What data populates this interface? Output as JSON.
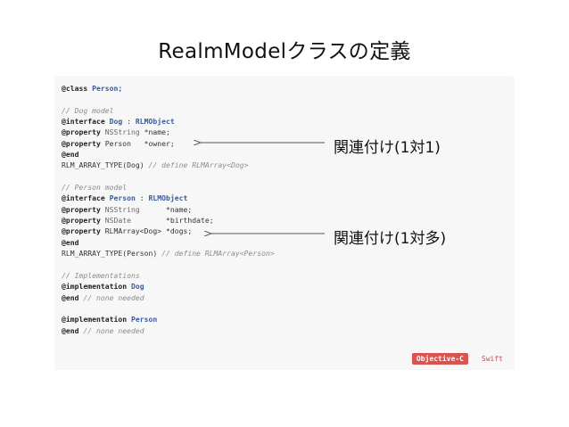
{
  "slide": {
    "title": "RealmModelクラスの定義"
  },
  "code": {
    "lines": [
      [
        {
          "t": "@class",
          "c": "kw"
        },
        {
          "t": " "
        },
        {
          "t": "Person;",
          "c": "cls"
        }
      ],
      [],
      [
        {
          "t": "// Dog model",
          "c": "cm"
        }
      ],
      [
        {
          "t": "@interface",
          "c": "kw"
        },
        {
          "t": " "
        },
        {
          "t": "Dog",
          "c": "cls"
        },
        {
          "t": " : "
        },
        {
          "t": "RLMObject",
          "c": "cls"
        }
      ],
      [
        {
          "t": "@property",
          "c": "kw"
        },
        {
          "t": " "
        },
        {
          "t": "NSString",
          "c": "type"
        },
        {
          "t": " *name;"
        }
      ],
      [
        {
          "t": "@property",
          "c": "kw"
        },
        {
          "t": " Person   *owner;"
        }
      ],
      [
        {
          "t": "@end",
          "c": "kw"
        }
      ],
      [
        {
          "t": "RLM_ARRAY_TYPE(Dog) "
        },
        {
          "t": "// define RLMArray<Dog>",
          "c": "cm"
        }
      ],
      [],
      [
        {
          "t": "// Person model",
          "c": "cm"
        }
      ],
      [
        {
          "t": "@interface",
          "c": "kw"
        },
        {
          "t": " "
        },
        {
          "t": "Person",
          "c": "cls"
        },
        {
          "t": " : "
        },
        {
          "t": "RLMObject",
          "c": "cls"
        }
      ],
      [
        {
          "t": "@property",
          "c": "kw"
        },
        {
          "t": " "
        },
        {
          "t": "NSString",
          "c": "type"
        },
        {
          "t": "      *name;"
        }
      ],
      [
        {
          "t": "@property",
          "c": "kw"
        },
        {
          "t": " "
        },
        {
          "t": "NSDate",
          "c": "type"
        },
        {
          "t": "        *birthdate;"
        }
      ],
      [
        {
          "t": "@property",
          "c": "kw"
        },
        {
          "t": " RLMArray<Dog> *dogs;"
        }
      ],
      [
        {
          "t": "@end",
          "c": "kw"
        }
      ],
      [
        {
          "t": "RLM_ARRAY_TYPE(Person) "
        },
        {
          "t": "// define RLMArray<Person>",
          "c": "cm"
        }
      ],
      [],
      [
        {
          "t": "// Implementations",
          "c": "cm"
        }
      ],
      [
        {
          "t": "@implementation",
          "c": "kw"
        },
        {
          "t": " "
        },
        {
          "t": "Dog",
          "c": "cls"
        }
      ],
      [
        {
          "t": "@end",
          "c": "kw"
        },
        {
          "t": " "
        },
        {
          "t": "// none needed",
          "c": "cm"
        }
      ],
      [],
      [
        {
          "t": "@implementation",
          "c": "kw"
        },
        {
          "t": " "
        },
        {
          "t": "Person",
          "c": "cls"
        }
      ],
      [
        {
          "t": "@end",
          "c": "kw"
        },
        {
          "t": " "
        },
        {
          "t": "// none needed",
          "c": "cm"
        }
      ]
    ]
  },
  "tabs": {
    "objc": "Objective-C",
    "swift": "Swift"
  },
  "annotations": {
    "one_to_one": "関連付け(1対1)",
    "one_to_many": "関連付け(1対多)"
  },
  "colors": {
    "active_tab": "#d9534f",
    "class_name": "#3a5a9a",
    "comment": "#8c8c8c",
    "panel_bg": "#f7f7f7"
  }
}
